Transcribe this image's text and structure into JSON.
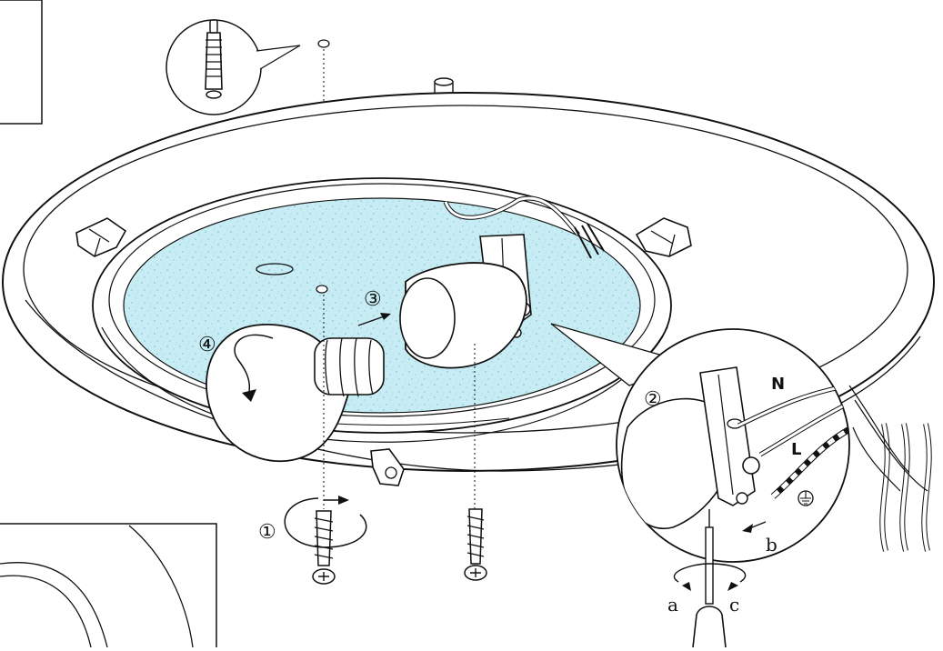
{
  "steps": {
    "step1": "①",
    "step2": "②",
    "step3": "③",
    "step4": "④"
  },
  "wires": {
    "neutral": "N",
    "live": "L"
  },
  "directions": {
    "a": "a",
    "b": "b",
    "c": "c"
  },
  "icons": {
    "wall_plug": "wall-plug-icon",
    "screw": "screw-icon",
    "bulb": "light-bulb-icon",
    "lamp_socket": "lamp-socket-icon",
    "screwdriver": "screwdriver-icon",
    "earth": "earth-ground-icon"
  },
  "colors": {
    "line": "#111111",
    "glass": "#bfe6ef"
  }
}
